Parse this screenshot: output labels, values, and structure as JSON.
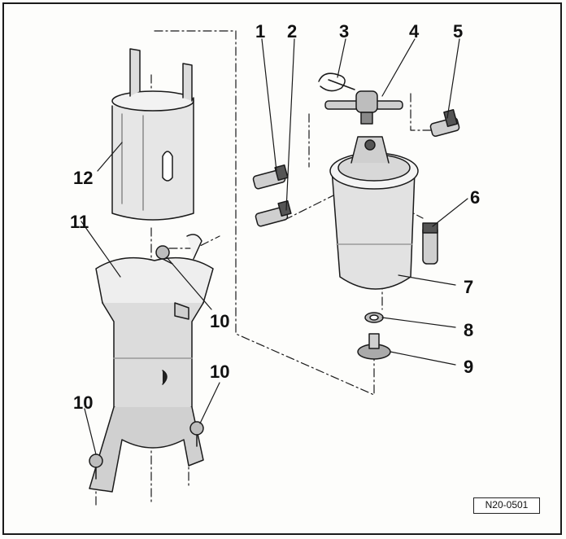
{
  "callouts": {
    "c1": "1",
    "c2": "2",
    "c3": "3",
    "c4": "4",
    "c5": "5",
    "c6": "6",
    "c7": "7",
    "c8": "8",
    "c9": "9",
    "c10a": "10",
    "c10b": "10",
    "c10c": "10",
    "c11": "11",
    "c12": "12"
  },
  "reference_code": "N20-0501",
  "colors": {
    "ink": "#1a1a1a",
    "shade": "#c9c9c9",
    "paper": "#fdfdfb"
  }
}
